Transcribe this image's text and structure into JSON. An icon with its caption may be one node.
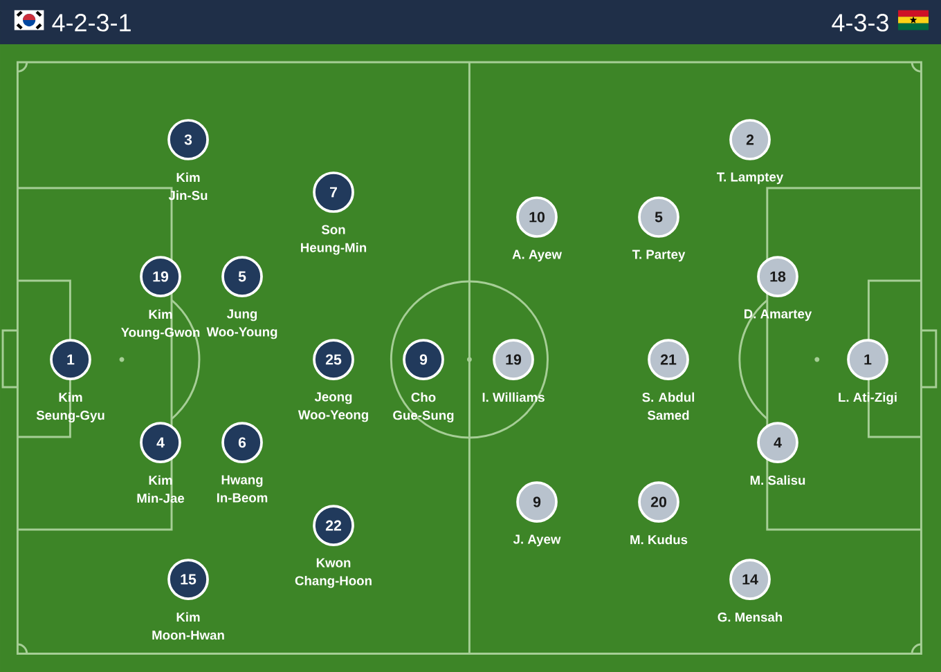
{
  "diagram": {
    "nodes": [
      {
        "text": [
          "1",
          "Kim Seung-Gyu"
        ]
      },
      {
        "text": [
          "3",
          "Kim Jin-Su"
        ]
      },
      {
        "text": [
          "19",
          "Kim Young-Gwon"
        ]
      },
      {
        "text": [
          "4",
          "Kim Min-Jae"
        ]
      },
      {
        "text": [
          "15",
          "Kim Moon-Hwan"
        ]
      },
      {
        "text": [
          "5",
          "Jung Woo-Young"
        ]
      },
      {
        "text": [
          "6",
          "Hwang In-Beom"
        ]
      },
      {
        "text": [
          "7",
          "Son Heung-Min"
        ]
      },
      {
        "text": [
          "25",
          "Jeong Woo-Yeong"
        ]
      },
      {
        "text": [
          "22",
          "Kwon Chang-Hoon"
        ]
      },
      {
        "text": [
          "9",
          "Cho Gue-Sung"
        ]
      },
      {
        "text": [
          "1",
          "L. Ati-Zigi"
        ]
      },
      {
        "text": [
          "2",
          "T. Lamptey"
        ]
      },
      {
        "text": [
          "18",
          "D. Amartey"
        ]
      },
      {
        "text": [
          "4",
          "M. Salisu"
        ]
      },
      {
        "text": [
          "14",
          "G. Mensah"
        ]
      },
      {
        "text": [
          "5",
          "T. Partey"
        ]
      },
      {
        "text": [
          "21",
          "S. Abdul Samed"
        ]
      },
      {
        "text": [
          "20",
          "M. Kudus"
        ]
      },
      {
        "text": [
          "10",
          "A. Ayew"
        ]
      },
      {
        "text": [
          "19",
          "I. Williams"
        ]
      },
      {
        "text": [
          "9",
          "J. Ayew"
        ]
      }
    ],
    "labels": [
      "4-2-3-1",
      "4-3-3"
    ]
  }
}
